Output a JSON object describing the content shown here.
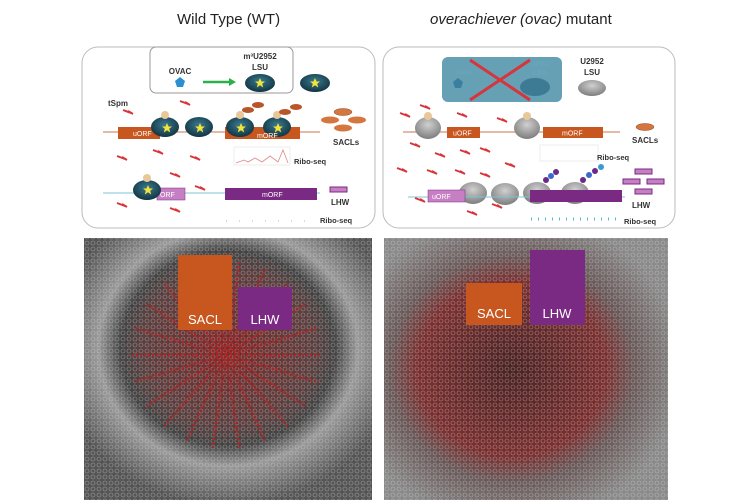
{
  "titles": {
    "wt": "Wild Type (WT)",
    "mutant_italic": "overachiever (ovac)",
    "mutant_suffix": " mutant"
  },
  "wt_panel": {
    "ovac": "OVAC",
    "modified_lsu_line1": "m³U2952",
    "modified_lsu_line2": "LSU",
    "tspm": "tSpm",
    "uorf": "uORF",
    "morf": "mORF",
    "sacls": "SACLs",
    "riboseq": "Ribo-seq",
    "orf": "ORF",
    "morf2": "mORF",
    "lhw": "LHW",
    "riboseq2": "Ribo-seq"
  },
  "mutant_panel": {
    "ovac_faded": "ovac",
    "lsu_faded_line1": "U2952",
    "lsu_faded_line2": "LSU",
    "lsu_line1": "U2952",
    "lsu_line2": "LSU",
    "uorf": "uORF",
    "morf": "mORF",
    "sacls": "SACLs",
    "riboseq": "Ribo-seq",
    "uorf2": "uORF",
    "lhw": "LHW",
    "riboseq2": "Ribo-seq"
  },
  "micrographs": {
    "wt": {
      "sacl": "SACL",
      "lhw": "LHW"
    },
    "mutant": {
      "sacl": "SACL",
      "lhw": "LHW"
    }
  },
  "colors": {
    "orange": "#c8561f",
    "purple": "#7a2a82",
    "lightpurple": "#c77fc4",
    "ribosome": "#1e4a5c",
    "star": "#f4e43a",
    "tspm": "#d8343a"
  }
}
